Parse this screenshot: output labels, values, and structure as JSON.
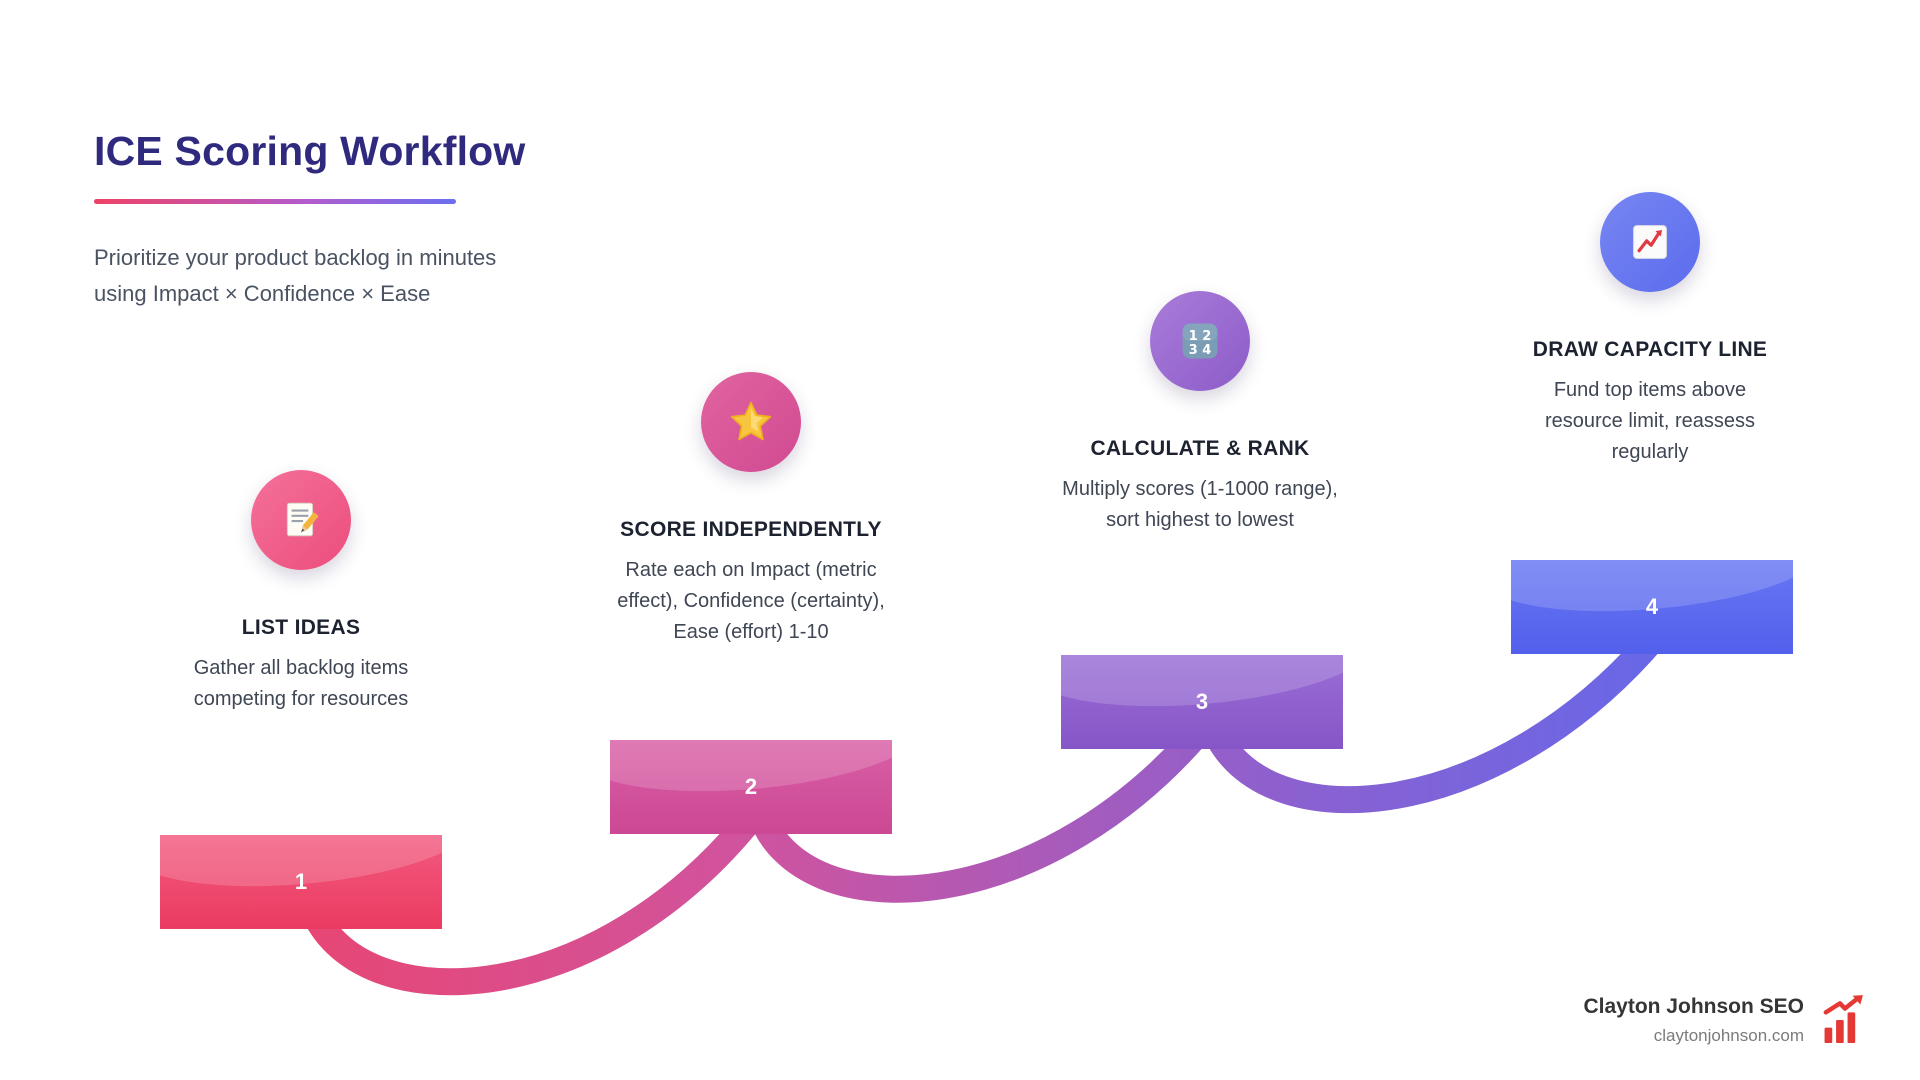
{
  "header": {
    "title": "ICE Scoring Workflow",
    "subtitle_line1": "Prioritize your product backlog in minutes",
    "subtitle_line2": "using Impact × Confidence × Ease"
  },
  "steps": [
    {
      "number": "1",
      "title": "LIST IDEAS",
      "description": "Gather all backlog items competing for resources",
      "icon": "memo-icon",
      "accent_color": "#ee4266"
    },
    {
      "number": "2",
      "title": "SCORE INDEPENDENTLY",
      "description": "Rate each on Impact (metric effect), Confidence (certainty), Ease (effort) 1-10",
      "icon": "star-icon",
      "accent_color": "#d1539d"
    },
    {
      "number": "3",
      "title": "CALCULATE & RANK",
      "description": "Multiply scores (1-1000 range), sort highest to lowest",
      "icon": "input-numbers-icon",
      "icon_digits_top": "1 2",
      "icon_digits_bottom": "3 4",
      "accent_color": "#8e60ce"
    },
    {
      "number": "4",
      "title": "DRAW CAPACITY LINE",
      "description": "Fund top items above resource limit, reassess regularly",
      "icon": "chart-increasing-icon",
      "accent_color": "#5b6af0"
    }
  ],
  "footer": {
    "brand": "Clayton Johnson SEO",
    "website": "claytonjohnson.com"
  },
  "colors": {
    "title": "#2f2a7e",
    "flow_gradient": [
      "#ee4266",
      "#d1539d",
      "#8e60ce",
      "#5b6af0"
    ],
    "background": "#ffffff"
  }
}
